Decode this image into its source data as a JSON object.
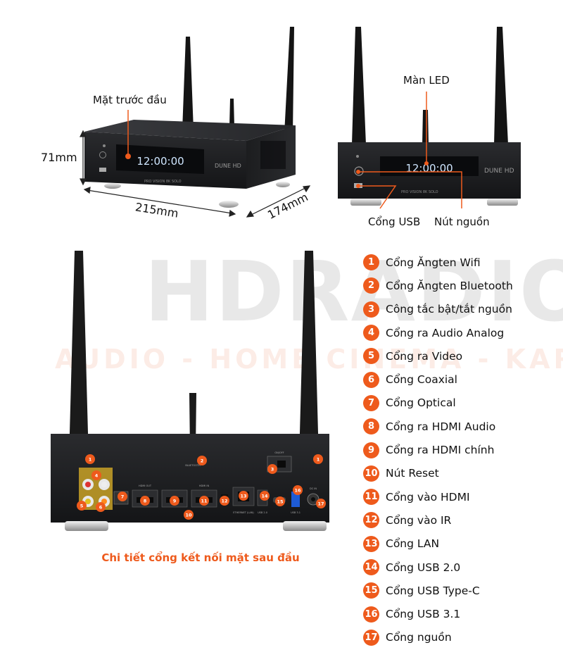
{
  "front_view": {
    "label": "Mặt trước đầu",
    "dim_height": "71mm",
    "dim_width": "215mm",
    "dim_depth": "174mm",
    "display_time": "12:00:00",
    "brand": "DUNE HD",
    "model_text": "PRO VISION 8K SOLO"
  },
  "front_face": {
    "led_label": "Màn LED",
    "usb_label": "Cổng USB",
    "power_label": "Nút nguồn",
    "display_time": "12:00:00",
    "brand": "DUNE HD",
    "model_text": "PRO VISION 8K SOLO"
  },
  "watermark": {
    "main": "HDRADIO",
    "sub": "AUDIO - HOME CINEMA - KARAOKE"
  },
  "rear_view": {
    "caption": "Chi tiết cổng kết nối mặt sau đầu",
    "port_labels": {
      "hdmi_out": "HDMI OUT",
      "hdmi_in": "HDMI IN",
      "lan": "ETHERNET (LAN)",
      "usb2": "USB 2.0",
      "usb31": "USB 3.1",
      "dc": "DC IN",
      "onoff": "ON/OFF",
      "bt": "BLUETOOTH"
    }
  },
  "legend": [
    {
      "num": "1",
      "label": "Cổng Ăngten Wifi"
    },
    {
      "num": "2",
      "label": "Cổng Ăngten Bluetooth"
    },
    {
      "num": "3",
      "label": "Công tắc bật/tắt nguồn"
    },
    {
      "num": "4",
      "label": "Cổng ra Audio Analog"
    },
    {
      "num": "5",
      "label": "Cổng ra Video"
    },
    {
      "num": "6",
      "label": "Cổng Coaxial"
    },
    {
      "num": "7",
      "label": "Cổng Optical"
    },
    {
      "num": "8",
      "label": "Cổng ra HDMI Audio"
    },
    {
      "num": "9",
      "label": "Cổng ra HDMI chính"
    },
    {
      "num": "10",
      "label": "Nút Reset"
    },
    {
      "num": "11",
      "label": "Cổng vào HDMI"
    },
    {
      "num": "12",
      "label": "Cổng vào IR"
    },
    {
      "num": "13",
      "label": "Cổng LAN"
    },
    {
      "num": "14",
      "label": "Cổng USB 2.0"
    },
    {
      "num": "15",
      "label": "Cổng USB Type-C"
    },
    {
      "num": "16",
      "label": "Cổng USB 3.1"
    },
    {
      "num": "17",
      "label": "Cổng nguồn"
    }
  ],
  "colors": {
    "accent": "#ee5a1c",
    "body_dark": "#1d1e21",
    "display_blue": "#cfe6ff"
  }
}
